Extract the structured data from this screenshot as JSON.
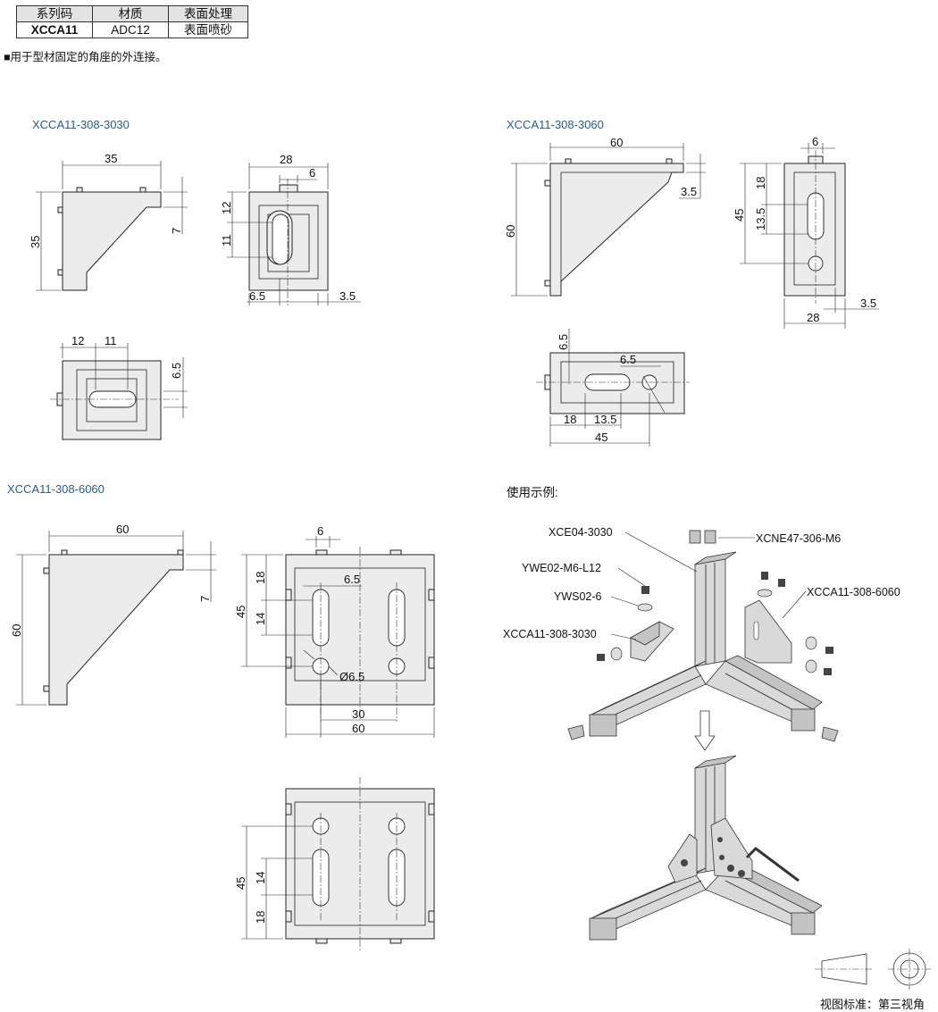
{
  "spec_table": {
    "headers": [
      "系列码",
      "材质",
      "表面处理"
    ],
    "row": [
      "XCCA11",
      "ADC12",
      "表面喷砂"
    ]
  },
  "note": "■用于型材固定的角座的外连接。",
  "models": {
    "m3030": "XCCA11-308-3030",
    "m3060": "XCCA11-308-3060",
    "m6060": "XCCA11-308-6060"
  },
  "dims_3030": {
    "width": "35",
    "height": "35",
    "thick": "7",
    "front_w": "28",
    "slot_w": "6",
    "d12": "12",
    "d11": "11",
    "d65": "6.5",
    "d35": "3.5",
    "top_12": "12",
    "top_11": "11",
    "top_65": "6.5"
  },
  "dims_3060": {
    "width": "60",
    "height": "60",
    "thick": "3.5",
    "slot_w": "6",
    "d45": "45",
    "d18": "18",
    "d135": "13.5",
    "d28": "28",
    "d35": "3.5",
    "top_65a": "6.5",
    "top_65b": "6.5",
    "top_18": "18",
    "top_135": "13.5",
    "top_45": "45"
  },
  "dims_6060": {
    "width": "60",
    "height": "60",
    "thick": "7",
    "slot_w": "6",
    "d65": "6.5",
    "d45": "45",
    "d18": "18",
    "d14": "14",
    "hole": "Ø6.5",
    "d30": "30",
    "d60": "60",
    "b45": "45",
    "b14": "14",
    "b18": "18"
  },
  "usage": {
    "title": "使用示例:",
    "labels": {
      "xce": "XCE04-3030",
      "xcne": "XCNE47-306-M6",
      "ywe": "YWE02-M6-L12",
      "yws": "YWS02-6",
      "xcca6060": "XCCA11-308-6060",
      "xcca3030": "XCCA11-308-3030"
    }
  },
  "view_standard": "视图标准：第三视角"
}
